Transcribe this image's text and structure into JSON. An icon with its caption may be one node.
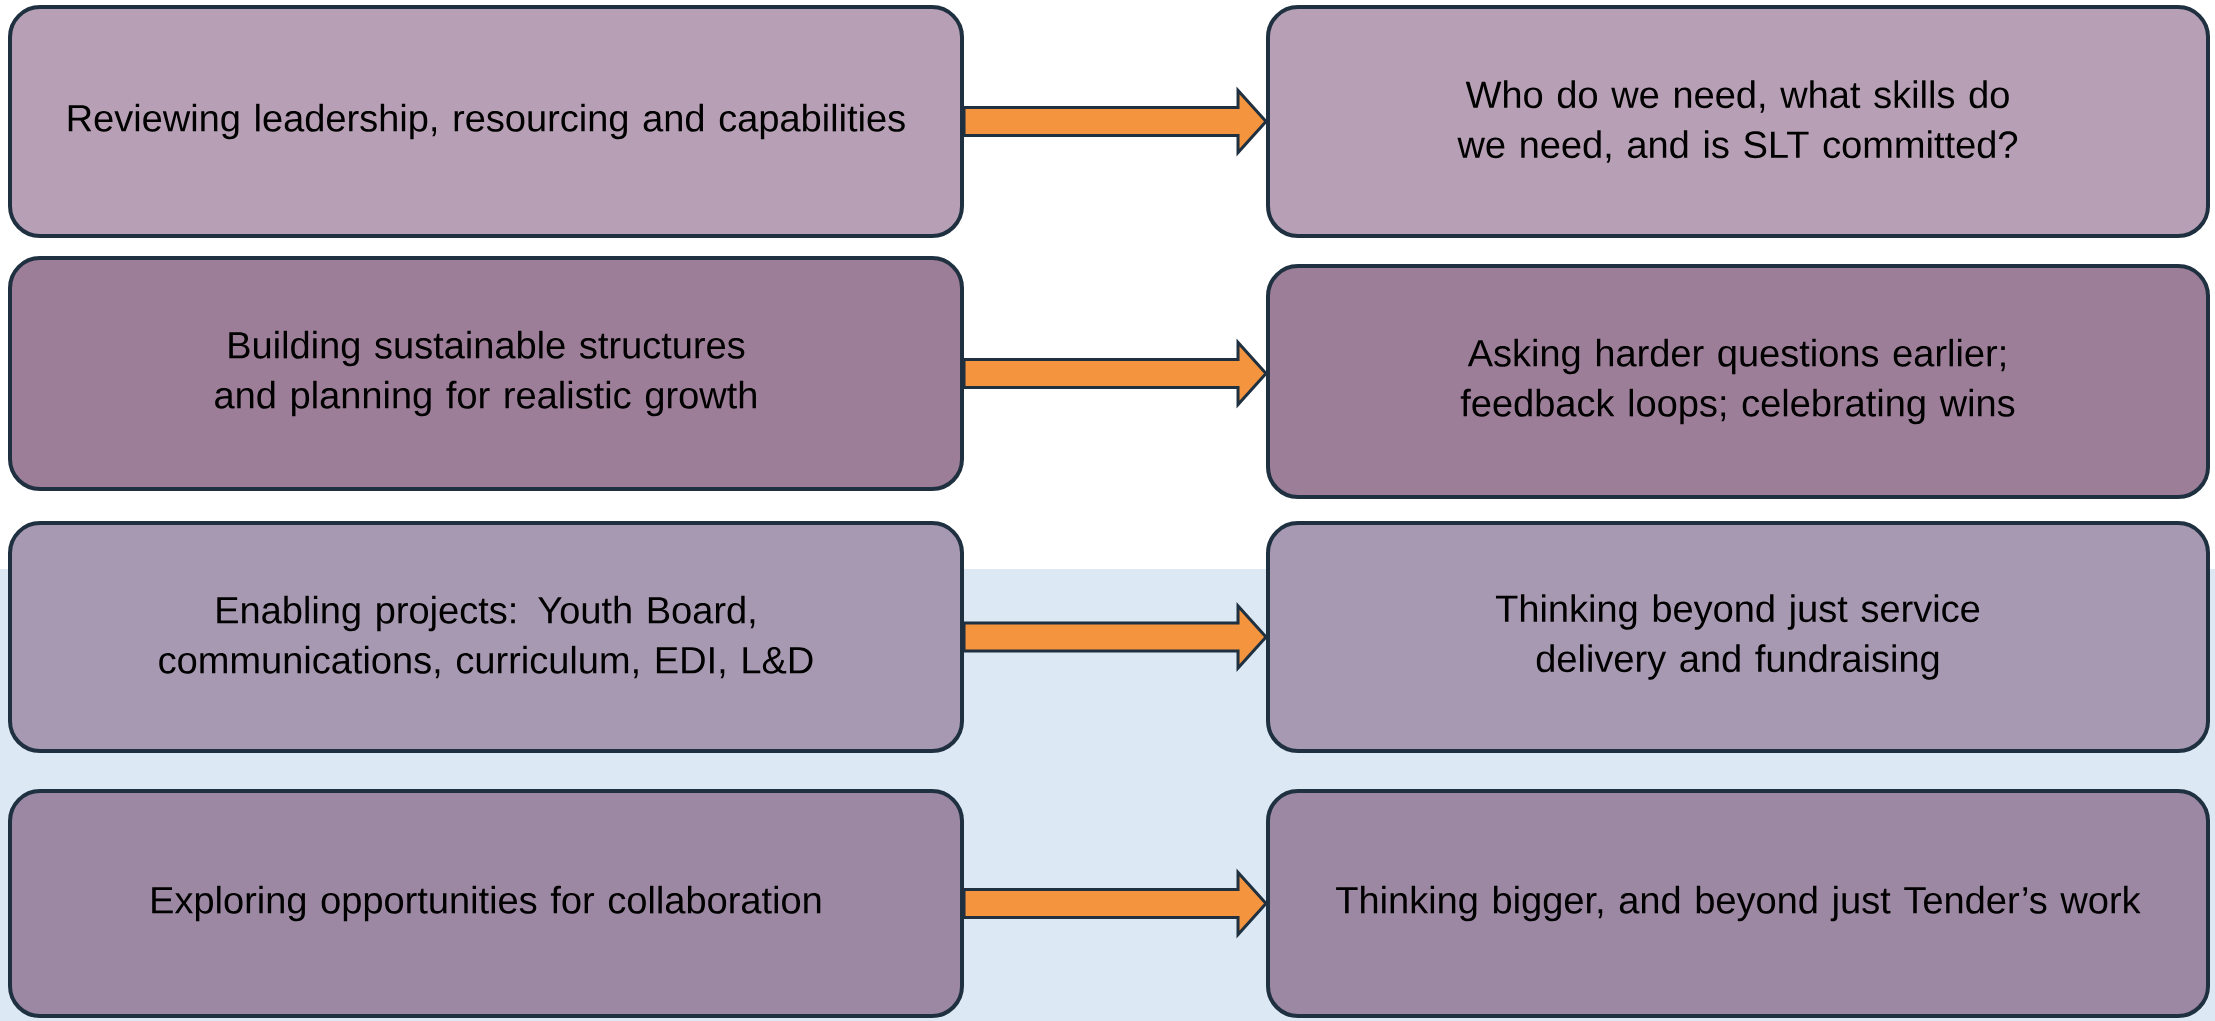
{
  "diagram": {
    "nodes": [
      {
        "text": [
          "Reviewing leadership, resourcing and capabilities"
        ]
      },
      {
        "text": [
          "Who do we need, what skills do we need, and is SLT committed?"
        ]
      },
      {
        "text": [
          "Building sustainable structures and planning for realistic growth"
        ]
      },
      {
        "text": [
          "Asking harder questions earlier; feedback loops; celebrating wins"
        ]
      },
      {
        "text": [
          "Enabling projects: Youth Board, communications, curriculum, EDI, L&D"
        ]
      },
      {
        "text": [
          "Thinking beyond just service delivery and fundraising"
        ]
      },
      {
        "text": [
          "Exploring opportunities for collaboration"
        ]
      },
      {
        "text": [
          "Thinking bigger, and beyond just Tender’s work"
        ]
      }
    ],
    "edges": [
      {
        "from": 0,
        "to": 1,
        "arrow": "to"
      },
      {
        "from": 2,
        "to": 3,
        "arrow": "to"
      },
      {
        "from": 4,
        "to": 5,
        "arrow": "to"
      },
      {
        "from": 6,
        "to": 7,
        "arrow": "to"
      }
    ]
  }
}
